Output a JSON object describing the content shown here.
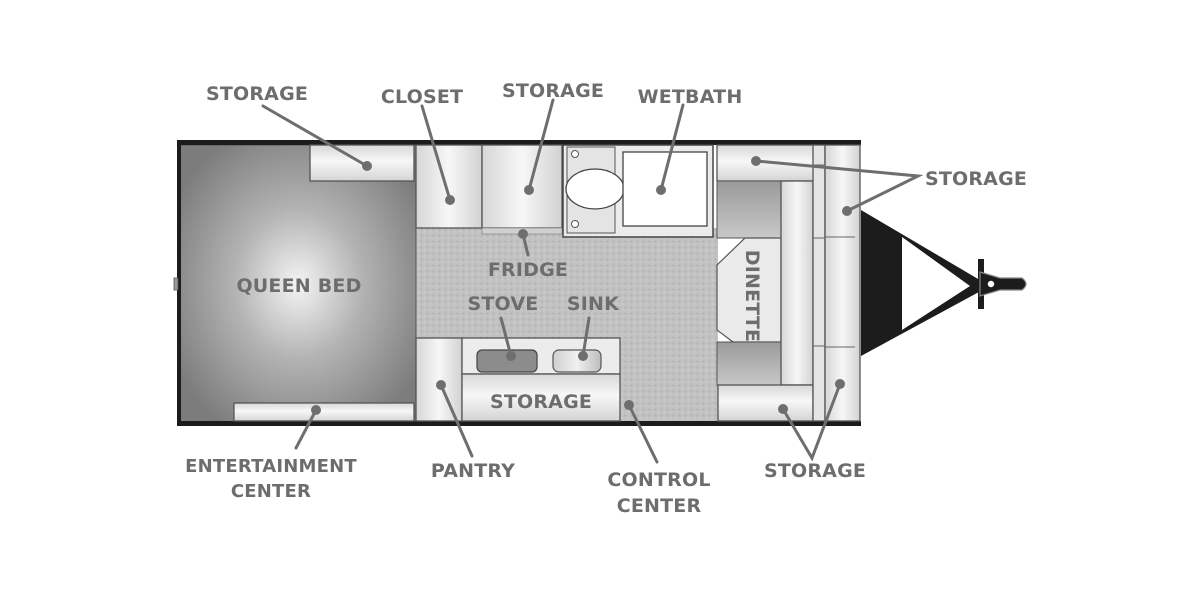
{
  "diagram": {
    "type": "rv-floorplan",
    "colors": {
      "label_text": "#6d6d6d",
      "leader_line": "#6e6e6e",
      "walls": "#1c1c1c",
      "bed": "#8a8a8a",
      "floor": "#bdbdbd",
      "cabinet": "#e6e6e6",
      "background": "#ffffff"
    },
    "labels": {
      "storage_top_left": "STORAGE",
      "closet": "CLOSET",
      "storage_top_mid": "STORAGE",
      "wetbath": "WETBATH",
      "storage_right": "STORAGE",
      "queen_bed": "QUEEN BED",
      "fridge": "FRIDGE",
      "stove": "STOVE",
      "sink": "SINK",
      "dinette": "DINETTE",
      "storage_galley": "STORAGE",
      "entertainment_line1": "ENTERTAINMENT",
      "entertainment_line2": "CENTER",
      "pantry": "PANTRY",
      "control_line1": "CONTROL",
      "control_line2": "CENTER",
      "storage_bottom_right": "STORAGE"
    }
  }
}
